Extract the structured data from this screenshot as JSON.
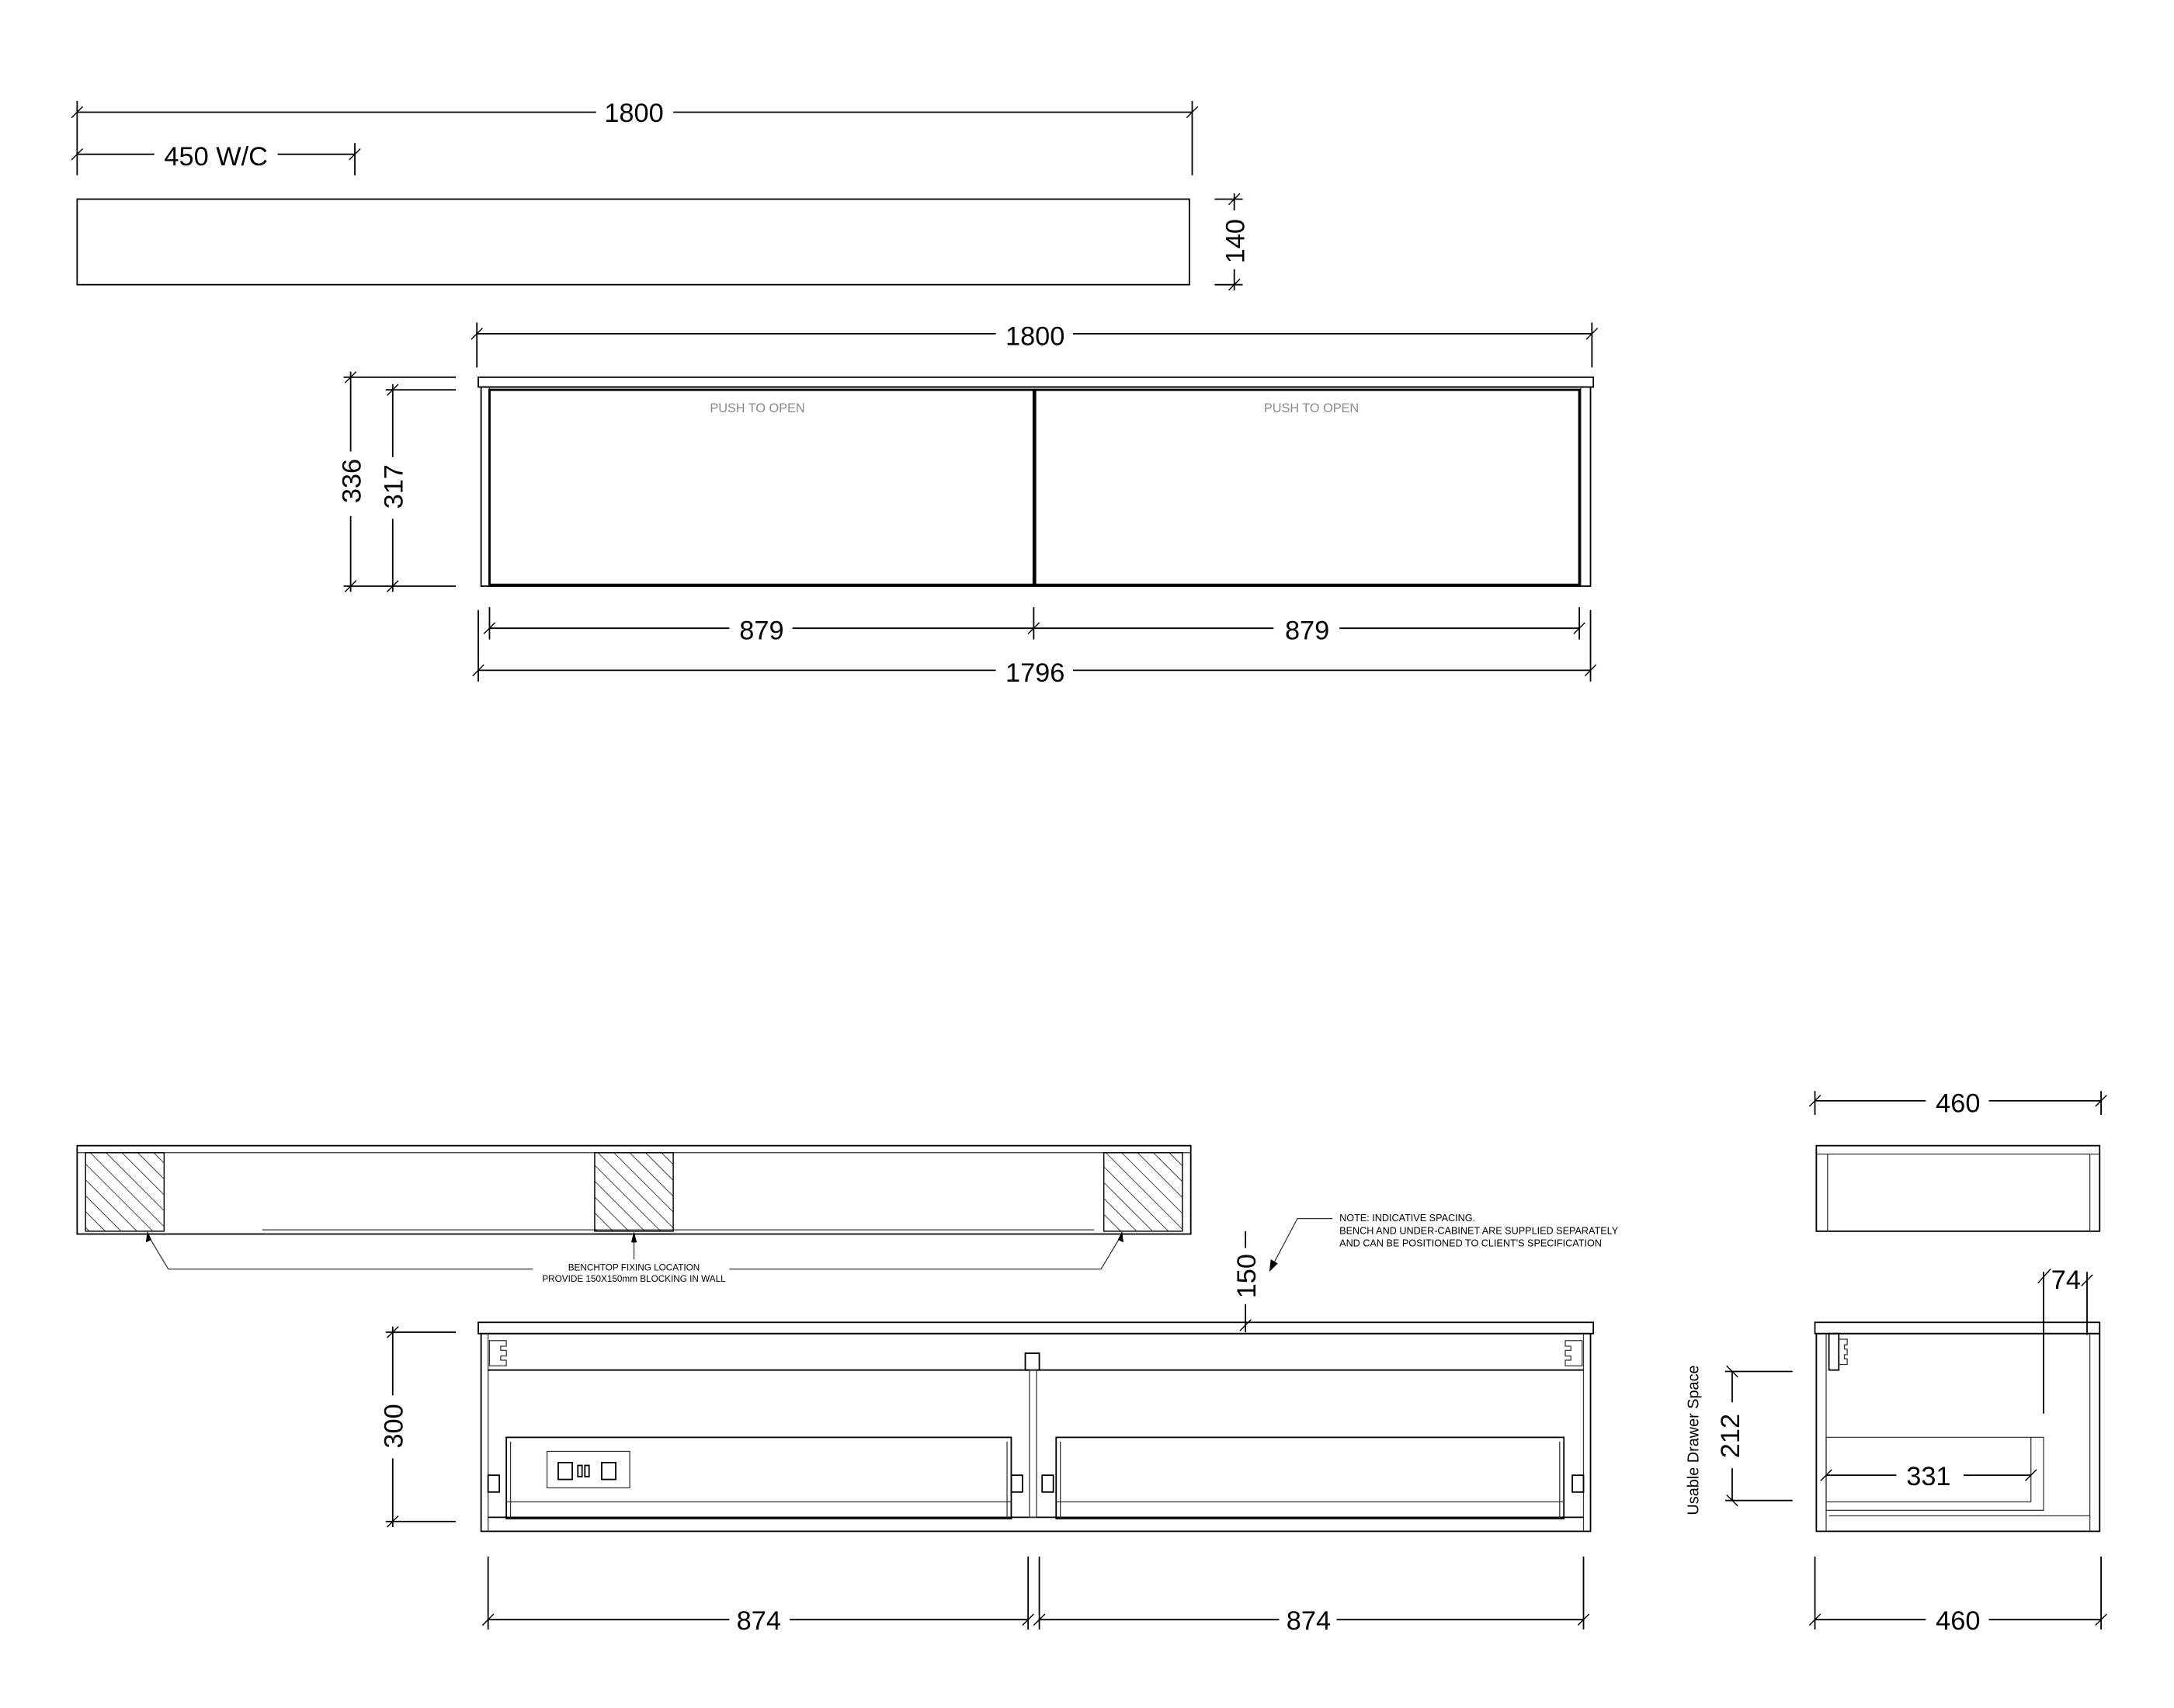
{
  "top_plan": {
    "overall_width": "1800",
    "wc_offset": "450 W/C",
    "depth": "140"
  },
  "front_elevation": {
    "overall_width": "1800",
    "overall_height": "336",
    "drawer_height": "317",
    "drawer_left_width": "879",
    "drawer_right_width": "879",
    "carcass_width": "1796",
    "drawer_left_label": "PUSH TO OPEN",
    "drawer_right_label": "PUSH TO OPEN"
  },
  "bench_plan": {
    "fixing_note_line1": "BENCHTOP FIXING LOCATION",
    "fixing_note_line2": "PROVIDE 150X150mm BLOCKING IN WALL"
  },
  "spacing_note": {
    "line1": "NOTE: INDICATIVE SPACING.",
    "line2": "BENCH AND UNDER-CABINET ARE SUPPLIED SEPARATELY",
    "line3": "AND CAN BE POSITIONED TO CLIENT'S SPECIFICATION",
    "gap": "150"
  },
  "rear_elevation": {
    "height": "300",
    "drawer_left_width": "874",
    "drawer_right_width": "874"
  },
  "side_views": {
    "top_depth": "460",
    "bottom_depth": "460",
    "offset": "74",
    "usable_label": "Usable Drawer Space",
    "usable_height": "212",
    "drawer_depth": "331"
  }
}
